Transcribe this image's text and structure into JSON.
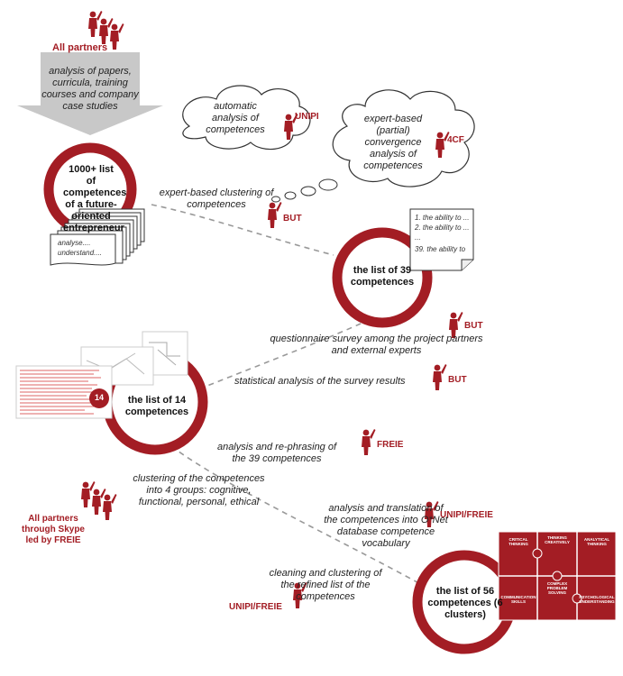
{
  "colors": {
    "accent": "#a31d24",
    "dash": "#999999",
    "arrow": "#c8c8c8"
  },
  "top": {
    "actor": "All partners",
    "arrow_text": "analysis of papers, curricula, training courses and company case studies"
  },
  "cloud1": {
    "text": "automatic analysis of competences",
    "actor": "UNIPI"
  },
  "cloud2": {
    "text": "expert-based (partial) convergence analysis of competences",
    "actor": "4CF"
  },
  "circle1": {
    "text": "1000+ list of competences of a future-oriented entrepreneur",
    "doc_line1": "analyse....",
    "doc_line2": "understand...."
  },
  "step1": {
    "text": "expert-based clustering of competences",
    "actor": "BUT"
  },
  "circle2": {
    "text": "the list of 39 competences",
    "doc_lines": [
      "1. the ability to ...",
      "2. the ability to ...",
      "...",
      "39. the ability to"
    ]
  },
  "step2": {
    "text": "questionnaire survey among the project partners and external experts",
    "actor": "BUT"
  },
  "step3": {
    "text": "statistical analysis of the survey results",
    "actor": "BUT"
  },
  "circle3": {
    "text": "the list of 14 competences",
    "badge": "14"
  },
  "step4": {
    "text": "analysis and re-phrasing of the 39 competences",
    "actor": "FREIE"
  },
  "step5": {
    "text": "clustering of the competences into 4 groups: cognitive, functional, personal, ethical"
  },
  "left_actor": {
    "line1": "All partners",
    "line2": "through Skype",
    "line3": "led by FREIE"
  },
  "step6": {
    "text": "analysis and translation of the competences into O*Net database competence vocabulary",
    "actor": "UNIPI/FREIE"
  },
  "step7": {
    "text": "cleaning and clustering of the refined list of the competences",
    "actor": "UNIPI/FREIE"
  },
  "circle4": {
    "text": "the list of 56 competences (6 clusters)"
  },
  "puzzle": {
    "pieces": [
      "CRITICAL THINKING",
      "THINKING CREATIVELY",
      "ANALYTICAL THINKING",
      "COMMUNICATION SKILLS",
      "COMPLEX PROBLEM SOLVING",
      "PSYCHOLOGICAL UNDERSTANDING"
    ]
  }
}
